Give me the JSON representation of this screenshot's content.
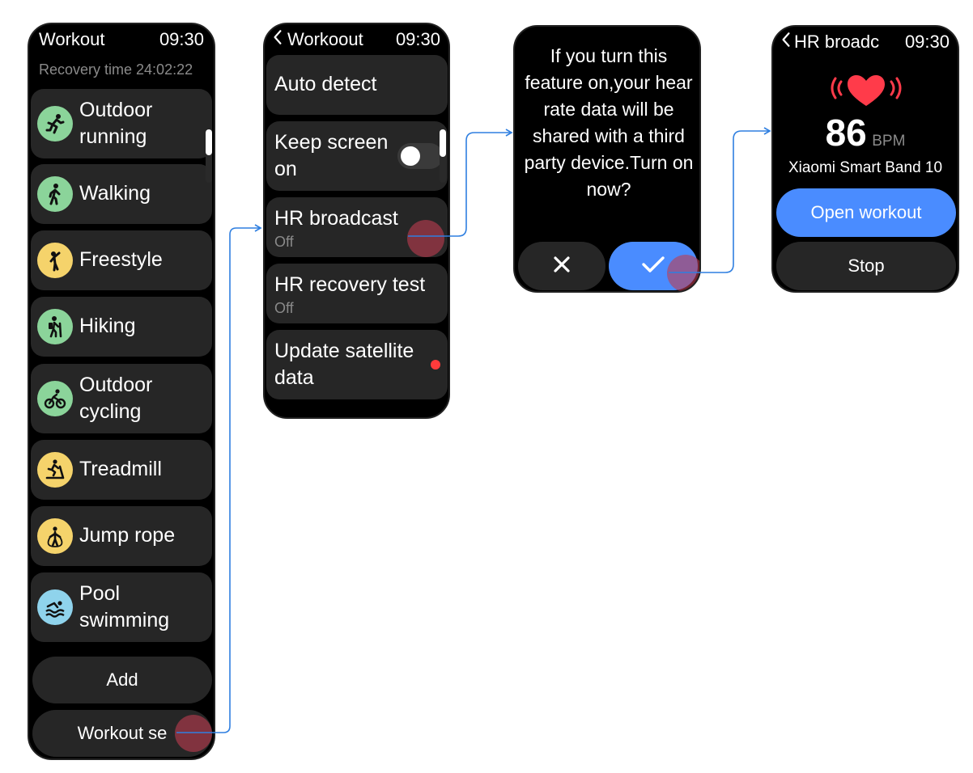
{
  "screen1": {
    "title": "Workout",
    "time": "09:30",
    "recovery": "Recovery time 24:02:22",
    "items": [
      {
        "label": "Outdoor\nrunning",
        "icon": "running-icon",
        "color": "green"
      },
      {
        "label": "Walking",
        "icon": "walking-icon",
        "color": "green"
      },
      {
        "label": "Freestyle",
        "icon": "freestyle-icon",
        "color": "yellow"
      },
      {
        "label": "Hiking",
        "icon": "hiking-icon",
        "color": "green"
      },
      {
        "label": "Outdoor\ncycling",
        "icon": "cycling-icon",
        "color": "green"
      },
      {
        "label": "Treadmill",
        "icon": "treadmill-icon",
        "color": "yellow"
      },
      {
        "label": "Jump rope",
        "icon": "jump-rope-icon",
        "color": "yellow"
      },
      {
        "label": "Pool\nswimming",
        "icon": "swimming-icon",
        "color": "blue"
      }
    ],
    "add_label": "Add",
    "settings_label": "Workout se"
  },
  "screen2": {
    "title": "Workoout",
    "time": "09:30",
    "items": [
      {
        "label": "Auto detect"
      },
      {
        "label": "Keep screen\non",
        "toggle": "off"
      },
      {
        "label": "HR broadcast",
        "sub": "Off"
      },
      {
        "label": "HR recovery test",
        "sub": "Off"
      },
      {
        "label": "Update satellite\ndata",
        "dot": true
      }
    ]
  },
  "screen3": {
    "message": "If you turn this feature on,your hear rate data will be shared with a third party device.Turn on now?",
    "cancel_icon": "close-icon",
    "confirm_icon": "check-icon"
  },
  "screen4": {
    "title": "HR broadc",
    "time": "09:30",
    "heart_rate": "86",
    "unit": "BPM",
    "device": "Xiaomi Smart Band 10",
    "open_label": "Open workout",
    "stop_label": "Stop"
  },
  "colors": {
    "screen_bg": "#000000",
    "card_bg": "#262626",
    "accent_blue": "#4a8cff",
    "heart_red": "#ff3b4a",
    "flow_line": "#2f7fe0",
    "touch_marker": "#be3c50",
    "subtext": "#8a8a8a"
  }
}
